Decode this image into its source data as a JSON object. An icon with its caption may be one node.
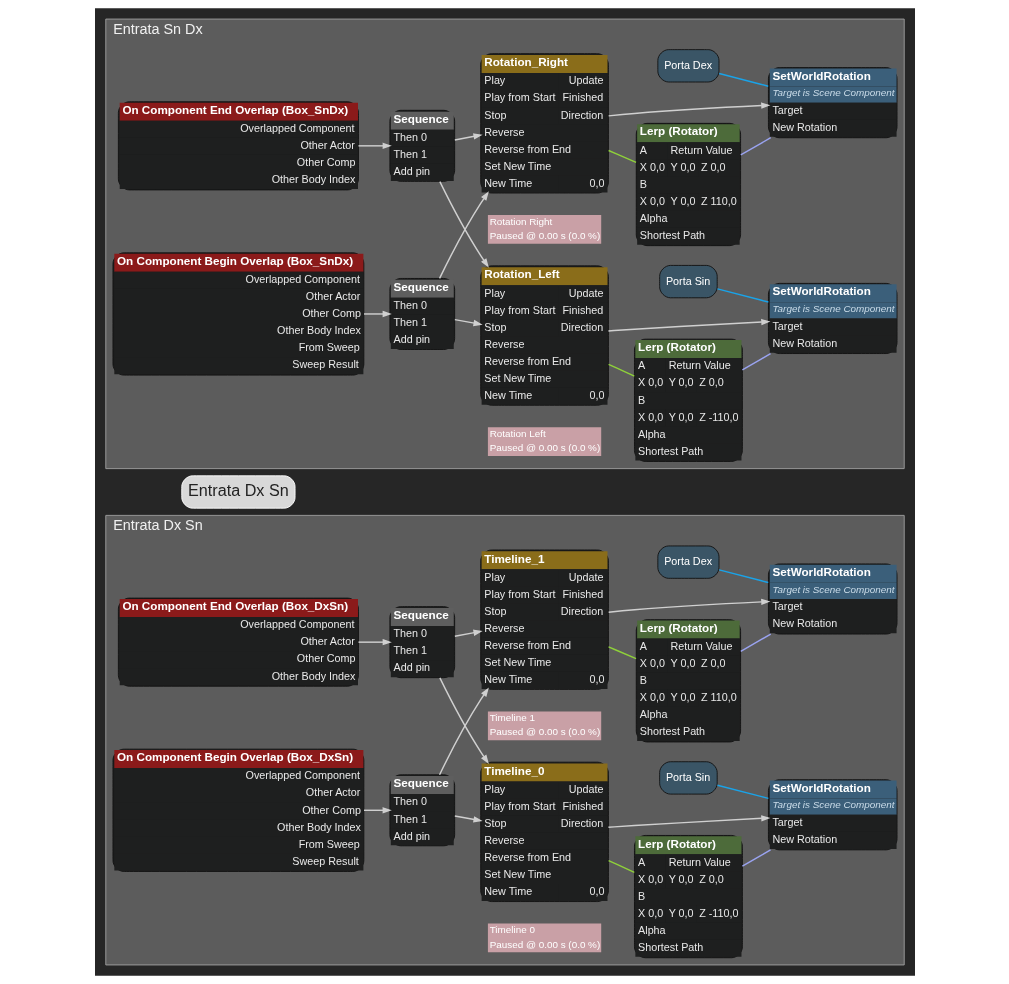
{
  "diagram": {
    "nodes": [
      {
        "text": [
          "Entrata Sn Dx"
        ]
      },
      {
        "text": [
          "On Component Begin Overlap (Box_SnDx)",
          "Overlapped Component",
          "Other Actor",
          "Other Comp",
          "Other Body Index",
          "From Sweep",
          "Sweep Result"
        ],
        "in": 0
      },
      {
        "text": [
          "On Component End Overlap (Box_SnDx)",
          "Overlapped Component",
          "Other Actor",
          "Other Comp",
          "Other Body Index"
        ],
        "in": 0
      },
      {
        "text": [
          "Sequence",
          "Then 0",
          "Then 1",
          "Add pin"
        ],
        "in": 0
      },
      {
        "text": [
          "Sequence",
          "Then 0",
          "Then 1",
          "Add pin"
        ],
        "in": 0
      },
      {
        "text": [
          "Porta Sin"
        ],
        "in": 0
      },
      {
        "text": [
          "Rotation_Left",
          "Play",
          "Update",
          "Play from Start",
          "Finished",
          "Stop",
          "Direction",
          "Reverse",
          "Reverse from End",
          "Set New Time",
          "New Time",
          "0,0"
        ],
        "beside": [
          "Rotation Left",
          "Paused @ 0.00 s (0.0 %)"
        ],
        "in": 0
      },
      {
        "text": [
          "SetWorldRotation",
          "Target is Scene Component",
          "Target",
          "New Rotation"
        ],
        "in": 0
      },
      {
        "text": [
          "Lerp (Rotator)",
          "A",
          "Return Value",
          "X 0,0",
          "Y 0,0",
          "Z 0,0",
          "B",
          "X 0,0",
          "Y 0,0",
          "Z -110,0",
          "Alpha",
          "Shortest Path"
        ],
        "in": 0
      },
      {
        "text": [
          "Porta Dex"
        ],
        "in": 0
      },
      {
        "text": [
          "SetWorldRotation",
          "Target is Scene Component",
          "Target",
          "New Rotation"
        ],
        "in": 0
      },
      {
        "text": [
          "Rotation_Right",
          "Play",
          "Update",
          "Play from Start",
          "Finished",
          "Stop",
          "Direction",
          "Reverse",
          "Reverse from End",
          "Set New Time",
          "New Time",
          "0,0"
        ],
        "beside": [
          "Rotation Right",
          "Paused @ 0.00 s (0.0 %)"
        ],
        "in": 0
      },
      {
        "text": [
          "Lerp (Rotator)",
          "A",
          "Return Value",
          "X 0,0",
          "Y 0,0",
          "Z 0,0",
          "B",
          "X 0,0",
          "Y 0,0",
          "Z 110,0",
          "Alpha",
          "Shortest Path"
        ],
        "in": 0
      },
      {
        "text": [
          "Entrata Dx Sn"
        ]
      },
      {
        "text": [
          "Entrata Dx Sn"
        ]
      },
      {
        "text": [
          "On Component Begin Overlap (Box_DxSn)",
          "Overlapped Component",
          "Other Actor",
          "Other Comp",
          "Other Body Index",
          "From Sweep",
          "Sweep Result"
        ],
        "in": 14
      },
      {
        "text": [
          "On Component End Overlap (Box_DxSn)",
          "Overlapped Component",
          "Other Actor",
          "Other Comp",
          "Other Body Index"
        ],
        "in": 14
      },
      {
        "text": [
          "Sequence",
          "Then 0",
          "Then 1",
          "Add pin"
        ],
        "in": 14
      },
      {
        "text": [
          "Sequence",
          "Then 0",
          "Then 1",
          "Add pin"
        ],
        "in": 14
      },
      {
        "text": [
          "Porta Sin"
        ],
        "in": 14
      },
      {
        "text": [
          "Timeline_0",
          "Play",
          "Update",
          "Play from Start",
          "Finished",
          "Stop",
          "Direction",
          "Reverse",
          "Reverse from End",
          "Set New Time",
          "New Time",
          "0,0"
        ],
        "beside": [
          "Timeline 0",
          "Paused @ 0.00 s (0.0 %)"
        ],
        "in": 14
      },
      {
        "text": [
          "SetWorldRotation",
          "Target is Scene Component",
          "Target",
          "New Rotation"
        ],
        "in": 14
      },
      {
        "text": [
          "Lerp (Rotator)",
          "A",
          "Return Value",
          "X 0,0",
          "Y 0,0",
          "Z 0,0",
          "B",
          "X 0,0",
          "Y 0,0",
          "Z -110,0",
          "Alpha",
          "Shortest Path"
        ],
        "in": 14
      },
      {
        "text": [
          "Porta Dex"
        ],
        "in": 14
      },
      {
        "text": [
          "SetWorldRotation",
          "Target is Scene Component",
          "Target",
          "New Rotation"
        ],
        "in": 14
      },
      {
        "text": [
          "Timeline_1",
          "Play",
          "Update",
          "Play from Start",
          "Finished",
          "Stop",
          "Direction",
          "Reverse",
          "Reverse from End",
          "Set New Time",
          "New Time",
          "0,0"
        ],
        "beside": [
          "Timeline 1",
          "Paused @ 0.00 s (0.0 %)"
        ],
        "in": 14
      },
      {
        "text": [
          "Lerp (Rotator)",
          "A",
          "Return Value",
          "X 0,0",
          "Y 0,0",
          "Z 0,0",
          "B",
          "X 0,0",
          "Y 0,0",
          "Z 110,0",
          "Alpha",
          "Shortest Path"
        ],
        "in": 14
      }
    ],
    "edges": [
      {
        "from": 1,
        "to": 3,
        "arrow": "to"
      },
      {
        "from": 2,
        "to": 4,
        "arrow": "to"
      },
      {
        "from": 3,
        "to": 6,
        "arrow": "to"
      },
      {
        "from": 3,
        "to": 11,
        "arrow": "to"
      },
      {
        "from": 4,
        "to": 6,
        "arrow": "to"
      },
      {
        "from": 4,
        "to": 11,
        "arrow": "to"
      },
      {
        "from": 6,
        "to": 7,
        "arrow": "to"
      },
      {
        "from": 6,
        "to": 8,
        "arrow": "none",
        "color": "#8fd13a"
      },
      {
        "from": 5,
        "to": 7,
        "arrow": "none",
        "color": "#1aa3e8"
      },
      {
        "from": 8,
        "to": 7,
        "arrow": "none",
        "color": "#9aa3f0"
      },
      {
        "from": 11,
        "to": 10,
        "arrow": "to"
      },
      {
        "from": 11,
        "to": 12,
        "arrow": "none",
        "color": "#8fd13a"
      },
      {
        "from": 9,
        "to": 10,
        "arrow": "none",
        "color": "#1aa3e8"
      },
      {
        "from": 12,
        "to": 10,
        "arrow": "none",
        "color": "#9aa3f0"
      },
      {
        "from": 15,
        "to": 17,
        "arrow": "to"
      },
      {
        "from": 16,
        "to": 18,
        "arrow": "to"
      },
      {
        "from": 17,
        "to": 20,
        "arrow": "to"
      },
      {
        "from": 17,
        "to": 25,
        "arrow": "to"
      },
      {
        "from": 18,
        "to": 20,
        "arrow": "to"
      },
      {
        "from": 18,
        "to": 25,
        "arrow": "to"
      },
      {
        "from": 20,
        "to": 21,
        "arrow": "to"
      },
      {
        "from": 20,
        "to": 22,
        "arrow": "none",
        "color": "#8fd13a"
      },
      {
        "from": 19,
        "to": 21,
        "arrow": "none",
        "color": "#1aa3e8"
      },
      {
        "from": 22,
        "to": 21,
        "arrow": "none",
        "color": "#9aa3f0"
      },
      {
        "from": 25,
        "to": 24,
        "arrow": "to"
      },
      {
        "from": 25,
        "to": 26,
        "arrow": "none",
        "color": "#8fd13a"
      },
      {
        "from": 23,
        "to": 24,
        "arrow": "none",
        "color": "#1aa3e8"
      },
      {
        "from": 26,
        "to": 24,
        "arrow": "none",
        "color": "#9aa3f0"
      }
    ]
  }
}
